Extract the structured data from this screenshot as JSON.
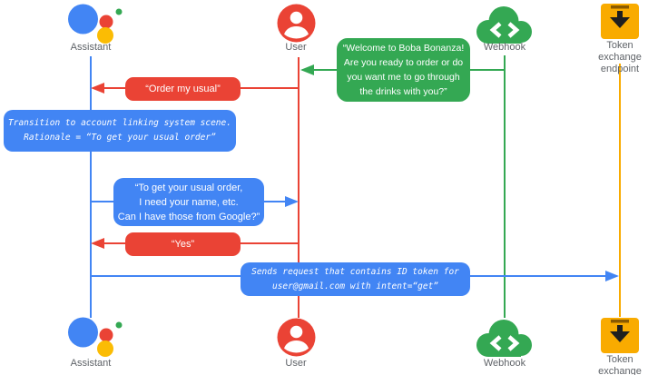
{
  "diagram": {
    "actors": {
      "assistant": "Assistant",
      "user": "User",
      "webhook": "Webhook",
      "token_endpoint": "Token exchange\nendpoint"
    },
    "messages": {
      "welcome": "“Welcome to Boba Bonanza!\nAre you ready to order or do\nyou want me to go through\nthe drinks with you?”",
      "order_usual": "“Order my usual”",
      "transition_note": "Transition to account linking system scene.\nRationale = “To get your usual order”",
      "ask_info": "“To get your usual order,\nI need your name, etc.\nCan I have those from Google?”",
      "yes": "“Yes”",
      "send_request": "Sends request that contains ID token for\nuser@gmail.com with intent=“get”"
    },
    "icons": {
      "assistant": "google-assistant-logo",
      "user": "account-circle",
      "webhook": "cloud-code",
      "token_endpoint": "token-box-download-arrow"
    },
    "colors": {
      "assistant_blue": "#4285F4",
      "user_red": "#EA4335",
      "webhook_green": "#34A853",
      "token_yellow": "#F9AB00"
    }
  }
}
